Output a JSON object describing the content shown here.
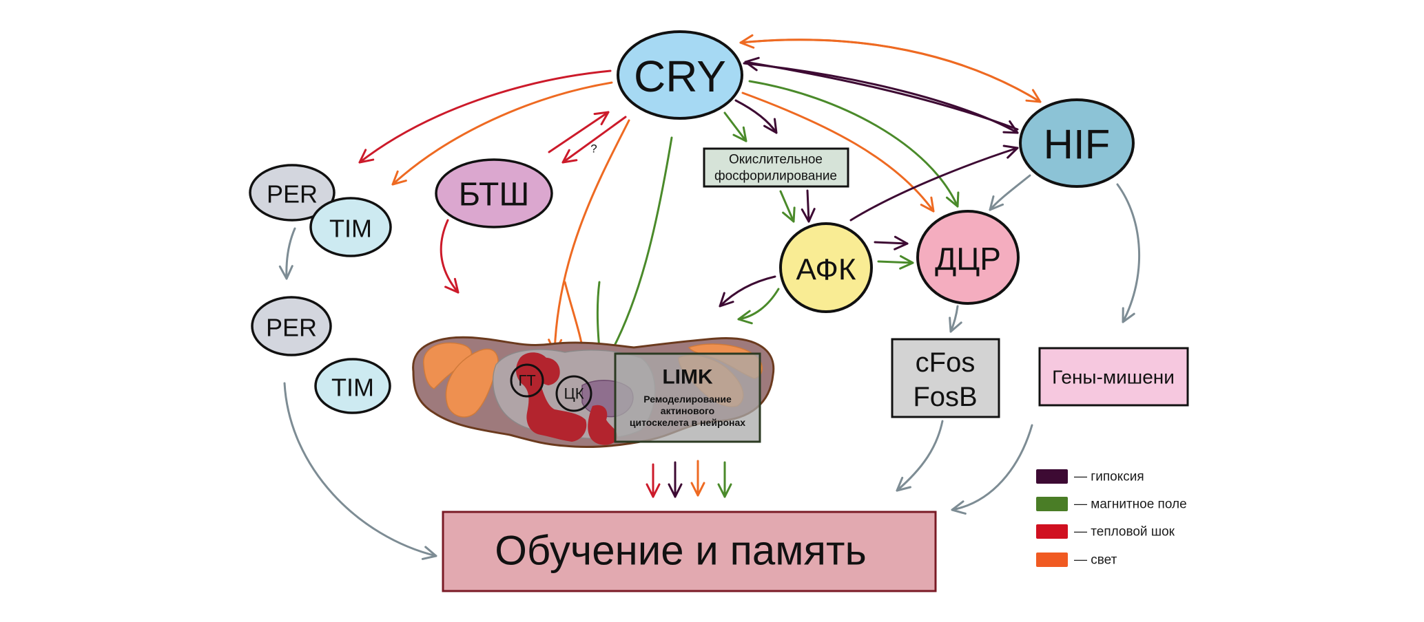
{
  "colors": {
    "hypoxia": "#3d0a33",
    "magnetic": "#4a8a2a",
    "heat": "#cc1a2a",
    "light": "#ee6a22",
    "neutral": "#7d8c94"
  },
  "nodes": {
    "cry": {
      "label": "CRY",
      "fill": "#a6d9f3"
    },
    "hif": {
      "label": "HIF",
      "fill": "#8cc3d6"
    },
    "per1": {
      "label": "PER",
      "fill": "#d3d6de"
    },
    "tim1": {
      "label": "TIM",
      "fill": "#cdeaf1"
    },
    "per2": {
      "label": "PER",
      "fill": "#d3d6de"
    },
    "tim2": {
      "label": "TIM",
      "fill": "#cdeaf1"
    },
    "btsh": {
      "label": "БТШ",
      "fill": "#dba7cf"
    },
    "afk": {
      "label": "АФК",
      "fill": "#f9ec94"
    },
    "dcr": {
      "label": "ДЦР",
      "fill": "#f4adbf"
    }
  },
  "boxes": {
    "oxphos": {
      "lines": [
        "Окислительное",
        "фосфорилирование"
      ],
      "fill": "#d6e3d8"
    },
    "cfos": {
      "lines": [
        "cFos",
        "FosB"
      ],
      "fill": "#d3d3d3"
    },
    "target_genes": {
      "label": "Гены-мишени",
      "fill": "#f6c8df"
    },
    "limk": {
      "title": "LIMK",
      "lines": [
        "Ремоделирование",
        "актинового",
        "цитоскелета в нейронах"
      ]
    },
    "learning": {
      "label": "Обучение и память",
      "fill": "#e2a9b0"
    }
  },
  "brain": {
    "regions": {
      "gt": "ГТ",
      "ck": "ЦК"
    }
  },
  "question_mark": "?",
  "legend": [
    {
      "key": "hypoxia",
      "label": "— гипоксия",
      "color": "#3d0a33"
    },
    {
      "key": "magnetic",
      "label": "— магнитное поле",
      "color": "#4a7d26"
    },
    {
      "key": "heat",
      "label": "— тепловой шок",
      "color": "#d01020"
    },
    {
      "key": "light",
      "label": "— свет",
      "color": "#f05a22"
    }
  ]
}
